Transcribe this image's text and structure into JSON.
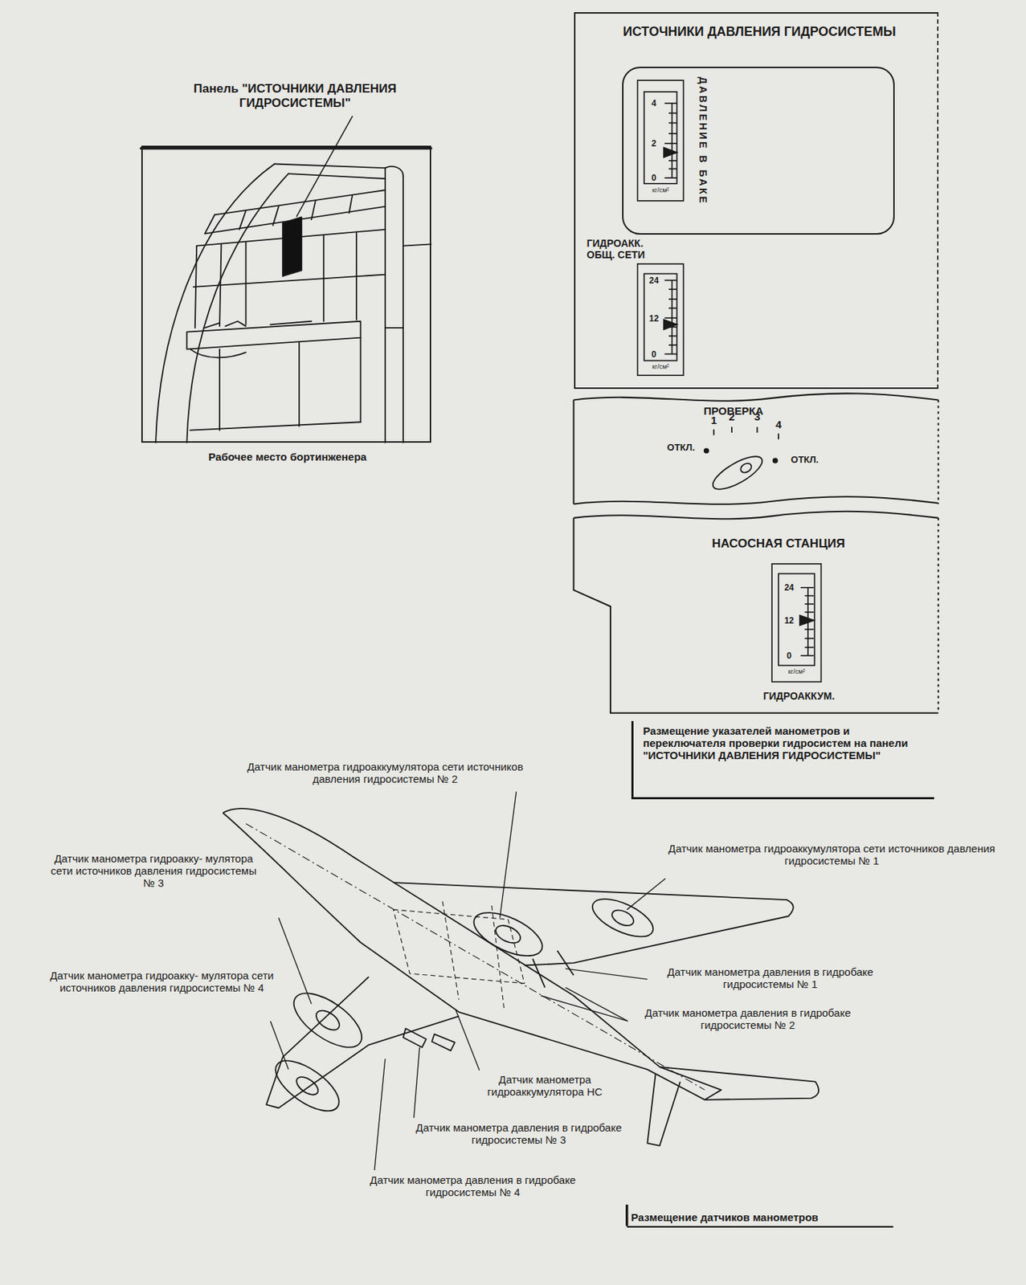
{
  "diagram": {
    "caption": "Размещение датчиков манометров",
    "nodes": [
      {
        "text": [
          "Рабочее место бортинженера"
        ]
      },
      {
        "text": [
          "ИСТОЧНИКИ ДАВЛЕНИЯ ГИДРОСИСТЕМЫ"
        ]
      },
      {
        "text": [
          "ДАВЛЕНИЕ В БАКЕ"
        ],
        "in": 1
      },
      {
        "text": [
          "ПРОВЕРКА"
        ]
      },
      {
        "text": [
          "НАСОСНАЯ СТАНЦИЯ",
          "ГИДРОАККУМ."
        ]
      },
      {
        "text": [
          "Размещение указателей манометров и переключателя проверки гидросистем на панели \"ИСТОЧНИКИ ДАВЛЕНИЯ ГИДРОСИСТЕМЫ\""
        ]
      }
    ],
    "labels": [
      "Панель \"ИСТОЧНИКИ ДАВЛЕНИЯ ГИДРОСИСТЕМЫ\"",
      "4",
      "2",
      "0",
      "кг/см²",
      "ГИДРОАКК. ОБЩ. СЕТИ",
      "24",
      "12",
      "0",
      "кг/см²",
      "1",
      "2",
      "3",
      "4",
      "ОТКЛ.",
      "ОТКЛ.",
      "24",
      "12",
      "0",
      "кг/см²",
      "Датчик манометра гидроаккумулятора сети источников давления гидросистемы № 2",
      "Датчик манометра гидроакку- мулятора сети источников давления гидросистемы № 3",
      "Датчик манометра гидроаккумулятора сети источников давления гидросистемы № 1",
      "Датчик манометра гидроакку- мулятора сети источников давления гидросистемы № 4",
      "Датчик манометра давления в гидробаке гидросистемы № 1",
      "Датчик манометра давления в гидробаке гидросистемы № 2",
      "Датчик манометра гидроаккумулятора НС",
      "Датчик манометра давления в гидробаке гидросистемы № 3",
      "Датчик манометра давления в гидробаке гидросистемы № 4"
    ]
  }
}
